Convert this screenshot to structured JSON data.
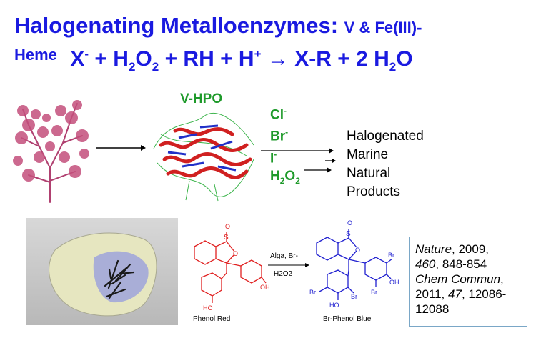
{
  "title": {
    "line1_main": "Halogenating Metalloenzymes:",
    "line1_small": "V & Fe(III)-",
    "line2_heme": "Heme",
    "eq_x": "X",
    "eq_minus": "-",
    "eq_plus1": "+ H",
    "eq_sub2a": "2",
    "eq_o": "O",
    "eq_sub2b": "2",
    "eq_rh": "+ RH + H",
    "eq_hplus": "+",
    "eq_arrow": "→",
    "eq_rest": "X-R + 2 H",
    "eq_sub2c": "2",
    "eq_o2": "O"
  },
  "enzyme": {
    "name": "V-HPO",
    "halides": [
      {
        "base": "Cl",
        "sup": "-"
      },
      {
        "base": "Br",
        "sup": "-"
      },
      {
        "base": "I",
        "sup": "-"
      }
    ],
    "peroxide_h": "H",
    "peroxide_sub1": "2",
    "peroxide_o": "O",
    "peroxide_sub2": "2"
  },
  "products": {
    "lines": [
      "Halogenated",
      "Marine",
      "Natural",
      "Products"
    ]
  },
  "reaction": {
    "reagent_top": "Alga, Br-",
    "reagent_bottom": "H2O2",
    "reactant_label": "Phenol Red",
    "product_label": "Br-Phenol Blue"
  },
  "atoms": {
    "s": "S",
    "o": "O",
    "ho": "HO",
    "oh": "OH",
    "br": "Br"
  },
  "reference": {
    "j1_name": "Nature",
    "j1_year": ", 2009,",
    "j1_vol": "460",
    "j1_pages": ", 848-854",
    "j2_name": "Chem Commun",
    "j2_sep": ",",
    "j2_year": "2011, ",
    "j2_vol": "47",
    "j2_pages": ", 12086-",
    "j2_pages2": "12088"
  },
  "colors": {
    "title": "#1a1ae0",
    "green": "#1e9a2a",
    "phenol_red": "#e02020",
    "phenol_blue": "#2020d0"
  }
}
